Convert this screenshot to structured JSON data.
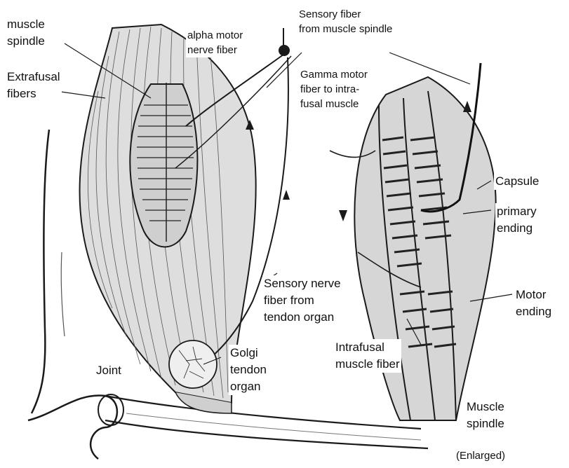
{
  "labels": {
    "muscle_spindle": [
      "muscle",
      "spindle"
    ],
    "extrafusal": [
      "Extrafusal",
      "fibers"
    ],
    "alpha_motor": [
      "alpha motor",
      "nerve fiber"
    ],
    "sensory_fiber_spindle": [
      "Sensory fiber",
      "from muscle spindle"
    ],
    "gamma_motor": [
      "Gamma motor",
      "fiber to intra-",
      "fusal muscle"
    ],
    "capsule": [
      "Capsule"
    ],
    "primary_ending": [
      "primary",
      "ending"
    ],
    "motor_ending": [
      "Motor",
      "ending"
    ],
    "sensory_tendon": [
      "Sensory nerve",
      "fiber from",
      "tendon organ"
    ],
    "golgi": [
      "Golgi",
      "tendon",
      "organ"
    ],
    "joint": [
      "Joint"
    ],
    "intrafusal": [
      "Intrafusal",
      "muscle fiber"
    ],
    "muscle_spindle_enlarged": [
      "Muscle",
      "spindle"
    ],
    "enlarged": [
      "(Enlarged)"
    ]
  },
  "colors": {
    "ink": "#1a1a1a",
    "muscle_shade": "#dedede",
    "spindle_shade": "#cfcfcf",
    "background": "#ffffff"
  }
}
